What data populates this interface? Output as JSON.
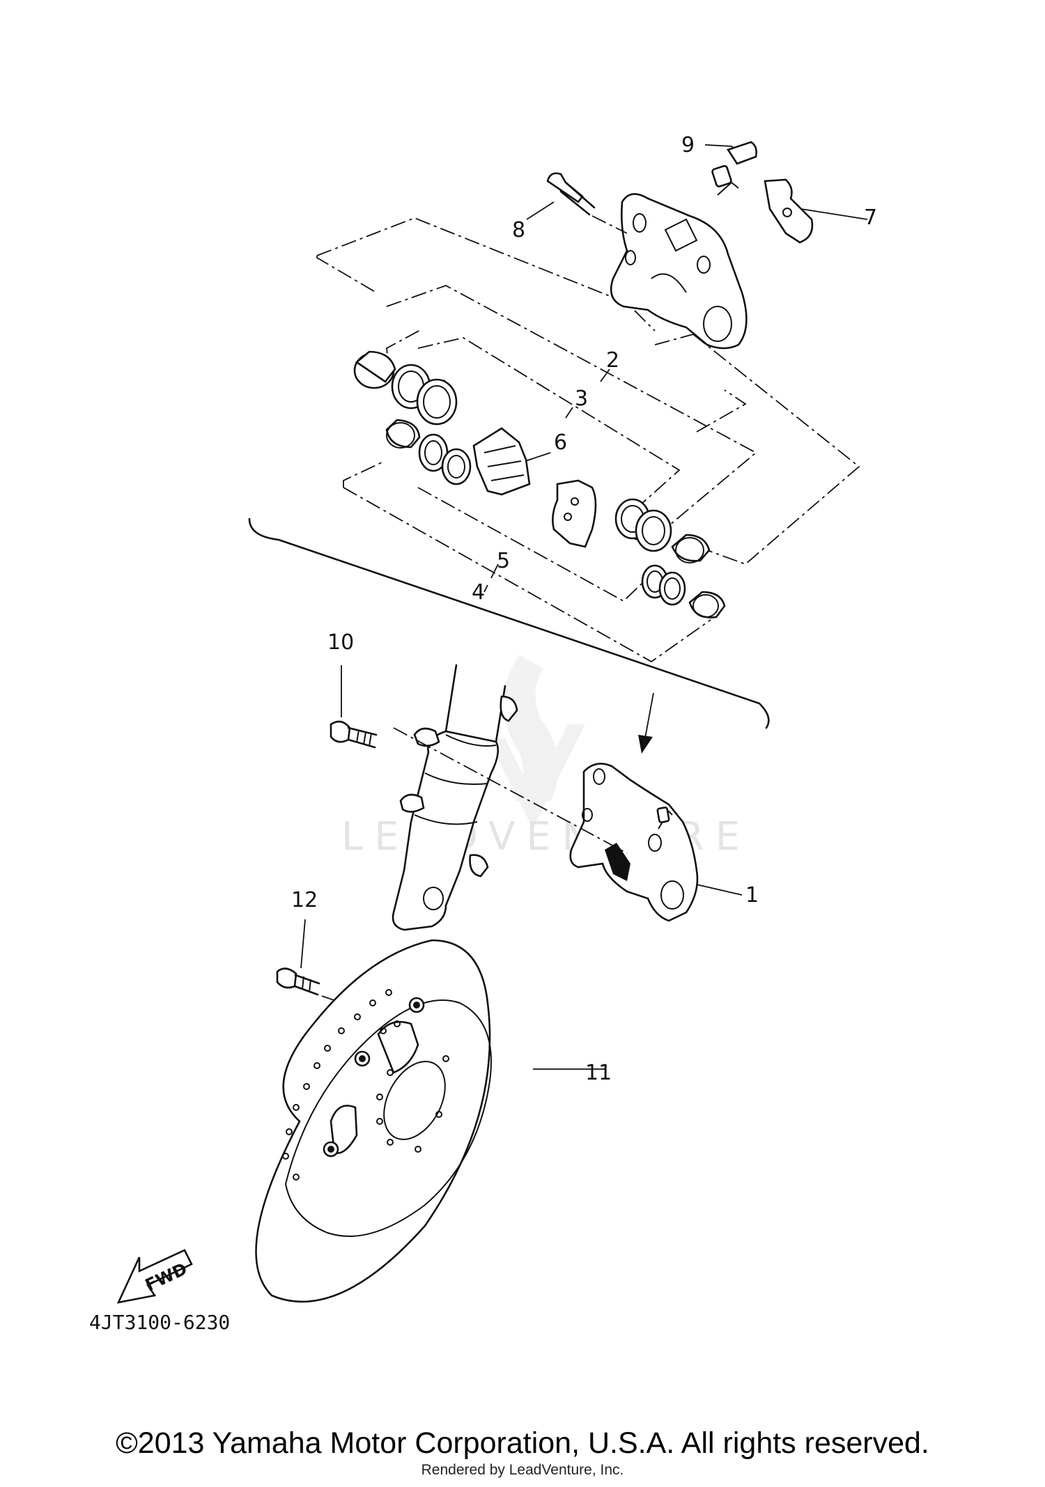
{
  "diagram": {
    "callouts": {
      "c1": "1",
      "c2": "2",
      "c3": "3",
      "c4": "4",
      "c5": "5",
      "c6": "6",
      "c7": "7",
      "c8": "8",
      "c9": "9",
      "c10": "10",
      "c11": "11",
      "c12": "12"
    },
    "fwd_label": "FWD",
    "drawing_code": "4JT3100-6230",
    "watermark": "LEADVENTURE"
  },
  "footer": {
    "copyright": "©2013 Yamaha Motor Corporation, U.S.A. All rights reserved.",
    "rendered_by": "Rendered by LeadVenture, Inc."
  },
  "icons": [
    "caliper-assembly-icon",
    "brake-disc-icon",
    "front-fork-icon",
    "fwd-arrow-icon"
  ]
}
